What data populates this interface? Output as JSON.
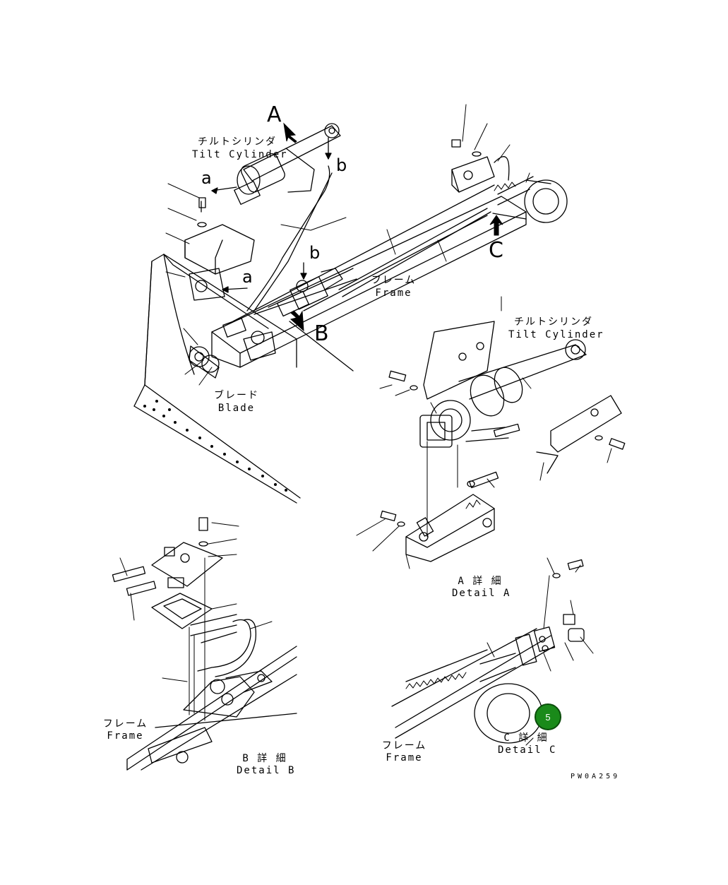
{
  "labels": {
    "view_a": "A",
    "view_b": "B",
    "view_c": "C",
    "arrow_a_top": "a",
    "arrow_b_top": "b",
    "arrow_a_mid": "a",
    "arrow_b_mid": "b",
    "tilt_cylinder_top_jp": "チルトシリンダ",
    "tilt_cylinder_top_en": "Tilt Cylinder",
    "frame_top_jp": "フレーム",
    "frame_top_en": "Frame",
    "blade_jp": "ブレード",
    "blade_en": "Blade",
    "tilt_cylinder_a_jp": "チルトシリンダ",
    "tilt_cylinder_a_en": "Tilt Cylinder",
    "detail_a_jp": "A 詳 細",
    "detail_a_en": "Detail A",
    "frame_b_jp": "フレーム",
    "frame_b_en": "Frame",
    "detail_b_jp": "B 詳 細",
    "detail_b_en": "Detail B",
    "frame_c_jp": "フレーム",
    "frame_c_en": "Frame",
    "detail_c_jp": "C 詳 細",
    "detail_c_en": "Detail C",
    "drawing_code": "PW0A259"
  },
  "badge": {
    "number": "5",
    "color": "#1a8a1a"
  }
}
